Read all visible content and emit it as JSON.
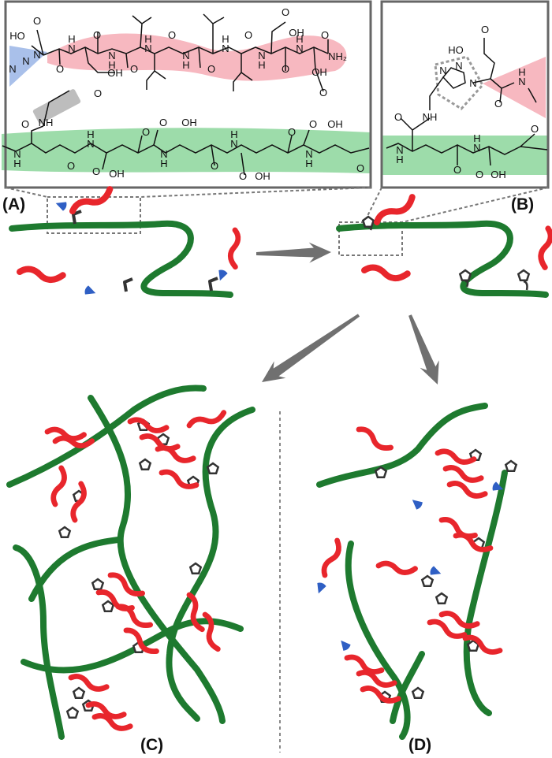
{
  "panels": {
    "a_label": "(A)",
    "b_label": "(B)",
    "c_label": "(C)",
    "d_label": "(D)"
  },
  "inset_a": {
    "peptide_atoms": [
      "HO",
      "O",
      "N",
      "N",
      "N",
      "H",
      "N",
      "O",
      "O",
      "OH",
      "O",
      "N",
      "H",
      "O",
      "H",
      "N",
      "O",
      "N",
      "H",
      "O",
      "H",
      "N",
      "O",
      "OH",
      "O",
      "N",
      "H",
      "O",
      "H",
      "N",
      "O",
      "NH₂",
      "OH",
      "O"
    ],
    "polymer_atoms": [
      "O",
      "NH",
      "N",
      "H",
      "O",
      "H",
      "N",
      "O",
      "OH",
      "O",
      "O",
      "OH",
      "N",
      "H",
      "O",
      "H",
      "N",
      "O",
      "OH",
      "O",
      "O",
      "OH",
      "N",
      "H",
      "O"
    ]
  },
  "inset_b": {
    "atoms": [
      "O",
      "HO",
      "N",
      "N",
      "N",
      "H",
      "N",
      "O",
      "O",
      "NH",
      "N",
      "H",
      "H",
      "N",
      "O",
      "O",
      "O",
      "OH"
    ]
  },
  "colors": {
    "polymer_strand": "#1e7a2f",
    "peptide": "#e8262c",
    "azide": "#2f5fc4",
    "linker": "#333333",
    "arrow": "#707070",
    "pink_band": "#f7b8c0",
    "green_band": "#9ddcaa",
    "blue_band": "#a9c0ea",
    "frame": "#666666"
  }
}
